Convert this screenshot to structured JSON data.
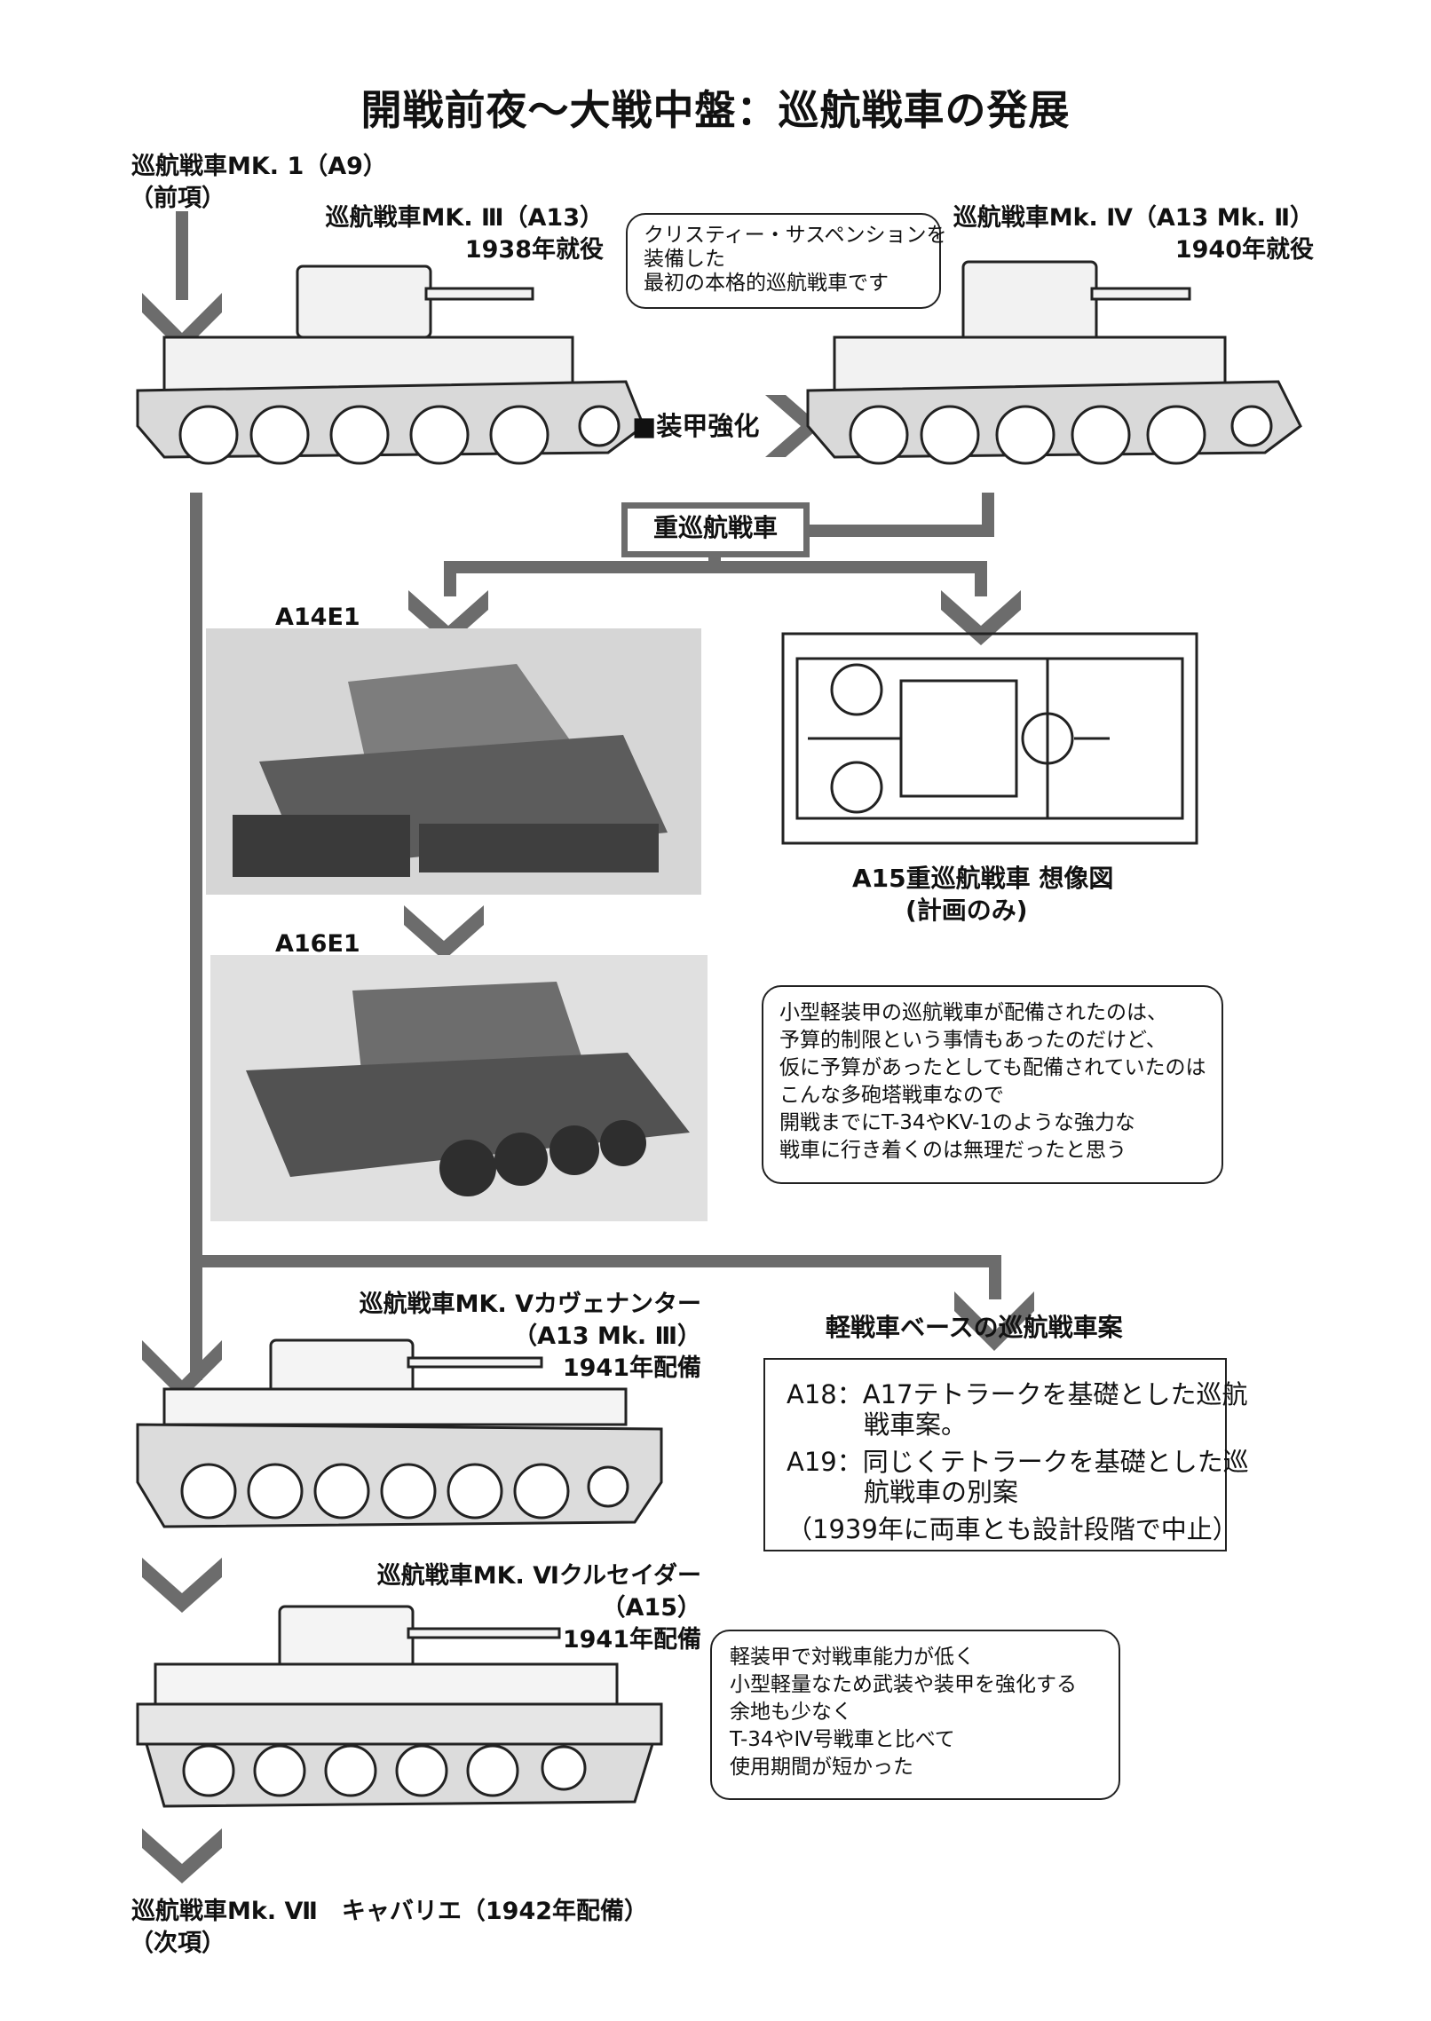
{
  "title": "開戦前夜～大戦中盤：巡航戦車の発展",
  "mk1": {
    "name": "巡航戦車MK. 1（A9）",
    "note": "（前項）"
  },
  "mk3": {
    "name": "巡航戦車MK. Ⅲ（A13）",
    "year": "1938年就役"
  },
  "mk3_bubble": [
    "クリスティー・サスペンションを",
    "装備した",
    "最初の本格的巡航戦車です"
  ],
  "armor_label": "■装甲強化",
  "mk4": {
    "name": "巡航戦車Mk. Ⅳ（A13 Mk. Ⅱ）",
    "year": "1940年就役"
  },
  "heavy_box": "重巡航戦車",
  "a14": {
    "name": "A14E1"
  },
  "a15": {
    "name": "A15重巡航戦車 想像図",
    "note": "(計画のみ)"
  },
  "a16": {
    "name": "A16E1"
  },
  "a16_bubble": [
    "小型軽装甲の巡航戦車が配備されたのは、",
    "予算的制限という事情もあったのだけど、",
    "仮に予算があったとしても配備されていたのは",
    "こんな多砲塔戦車なので",
    "開戦までにT-34やKV-1のような強力な",
    "戦車に行き着くのは無理だったと思う"
  ],
  "mk5": {
    "name": "巡航戦車MK. Ⅴカヴェナンター",
    "sub": "（A13 Mk. Ⅲ）",
    "year": "1941年配備"
  },
  "light_plans": {
    "title": "軽戦車ベースの巡航戦車案",
    "lines": [
      "A18：A17テトラークを基礎とした巡航",
      "　　　戦車案。",
      "A19：同じくテトラークを基礎とした巡",
      "　　　航戦車の別案",
      "（1939年に両車とも設計段階で中止）"
    ]
  },
  "mk6": {
    "name": "巡航戦車MK. Ⅵクルセイダー",
    "sub": "（A15）",
    "year": "1941年配備"
  },
  "mk6_bubble": [
    "軽装甲で対戦車能力が低く",
    "小型軽量なため武装や装甲を強化する",
    "余地も少なく",
    "T-34やⅣ号戦車と比べて",
    "使用期間が短かった"
  ],
  "mk7": {
    "name": "巡航戦車Mk. Ⅶ　キャバリエ（1942年配備）",
    "note": "（次項）"
  },
  "colors": {
    "arrow": "#6c6c6c",
    "line": "#222222",
    "photo_bg": "#cfcfcf"
  }
}
